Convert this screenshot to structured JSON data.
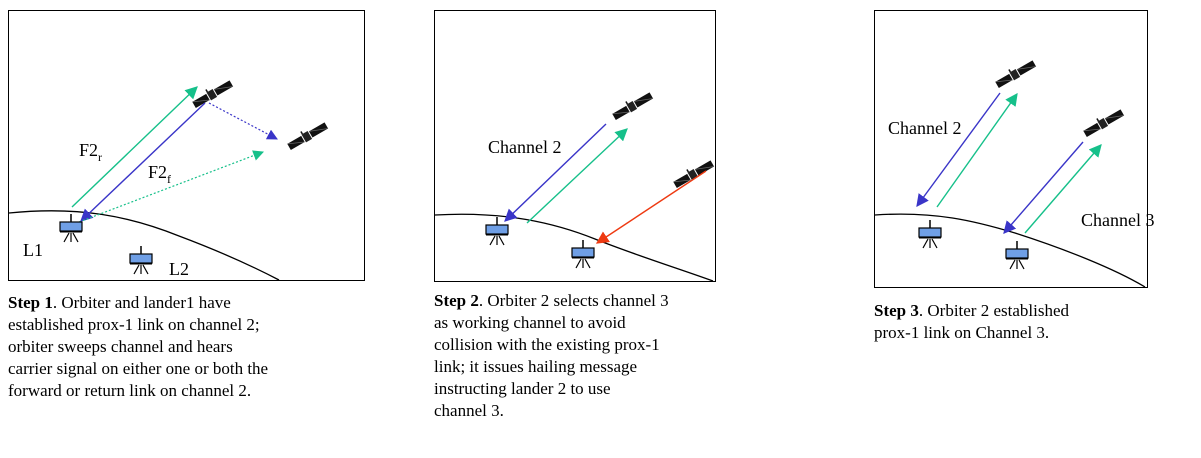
{
  "panels": [
    {
      "labels": {
        "f2r_base": "F2",
        "f2r_sub": "r",
        "f2f_base": "F2",
        "f2f_sub": "f",
        "l1": "L1",
        "l2": "L2"
      },
      "caption": {
        "step": "Step 1",
        "lines": [
          ". Orbiter and lander1 have",
          "established prox-1 link on channel 2;",
          "orbiter sweeps channel and hears",
          "carrier signal on either one or both the",
          "forward or return link on channel 2."
        ]
      }
    },
    {
      "labels": {
        "channel": "Channel 2"
      },
      "caption": {
        "step": "Step 2",
        "lines": [
          ". Orbiter 2 selects channel 3",
          "as working channel to avoid",
          "collision with the existing  prox-1",
          "link; it issues hailing message",
          "instructing  lander 2 to use",
          "channel 3."
        ]
      }
    },
    {
      "labels": {
        "channel_a": "Channel 2",
        "channel_b": "Channel 3"
      },
      "caption": {
        "step": "Step 3",
        "lines": [
          ". Orbiter 2 established",
          "prox-1 link on Channel 3."
        ]
      }
    }
  ],
  "colors": {
    "forward_link": "#3a35c8",
    "return_link": "#16c08a",
    "hailing_link": "#ee3a12",
    "lander_fill": "#6f9fe6"
  },
  "icons": [
    "satellite-icon",
    "lander-icon"
  ]
}
